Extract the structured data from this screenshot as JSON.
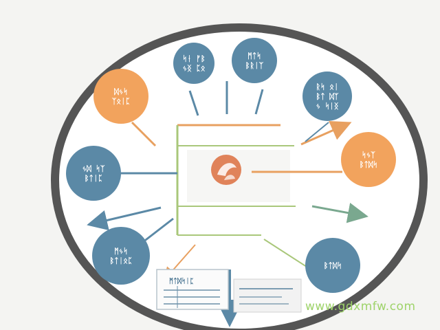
{
  "colors": {
    "ring": "#555555",
    "blue": "#5b89a6",
    "orange": "#f2a35d",
    "green_line": "#a9c77a",
    "orange_line": "#e8a060",
    "blue_line": "#5b89a6",
    "teal_arrow": "#7aa88f",
    "center_icon": "#e0835a"
  },
  "nodes": [
    {
      "id": "top-left-blue",
      "color": "blue",
      "lines": [
        "ᛋᛂ ᚠᛒ",
        "ᛃᛝ ᛈᛟ"
      ]
    },
    {
      "id": "top-center-blue",
      "color": "blue",
      "lines": [
        "ᛗᛏᛋ",
        "ᛒᚱᛁᛉ"
      ]
    },
    {
      "id": "top-right-blue",
      "color": "blue",
      "lines": [
        "ᚱᛋ ᛟᛁ",
        "ᛒᛏ ᛞᛉ",
        "ᛃ ᛋᛁᛝ"
      ]
    },
    {
      "id": "left-orange",
      "color": "orange",
      "lines": [
        "ᛞᛃᛋ",
        "ᛉᛟᛁᛈ"
      ]
    },
    {
      "id": "left-blue",
      "color": "blue",
      "lines": [
        "ᛃᛞ ᛋᛉ",
        "ᛒᛏᛁᛈ"
      ]
    },
    {
      "id": "right-orange",
      "color": "orange",
      "lines": [
        "ᛋᛃᛉ",
        "ᛒᛏᛞᛋ"
      ]
    },
    {
      "id": "bottom-left-blue",
      "color": "blue",
      "lines": [
        "ᛗᛃᛋ",
        "ᛒᛏᛁᛟᛈ"
      ]
    },
    {
      "id": "bottom-right-blue",
      "color": "blue",
      "lines": [
        "ᛒᛏᛞᛋ"
      ]
    }
  ],
  "cards": [
    {
      "id": "card-left",
      "title": "ᛗᛏᛞᛋᛁᛈ"
    },
    {
      "id": "card-right",
      "title": ""
    }
  ],
  "watermark": "www.gdxmfw.com"
}
